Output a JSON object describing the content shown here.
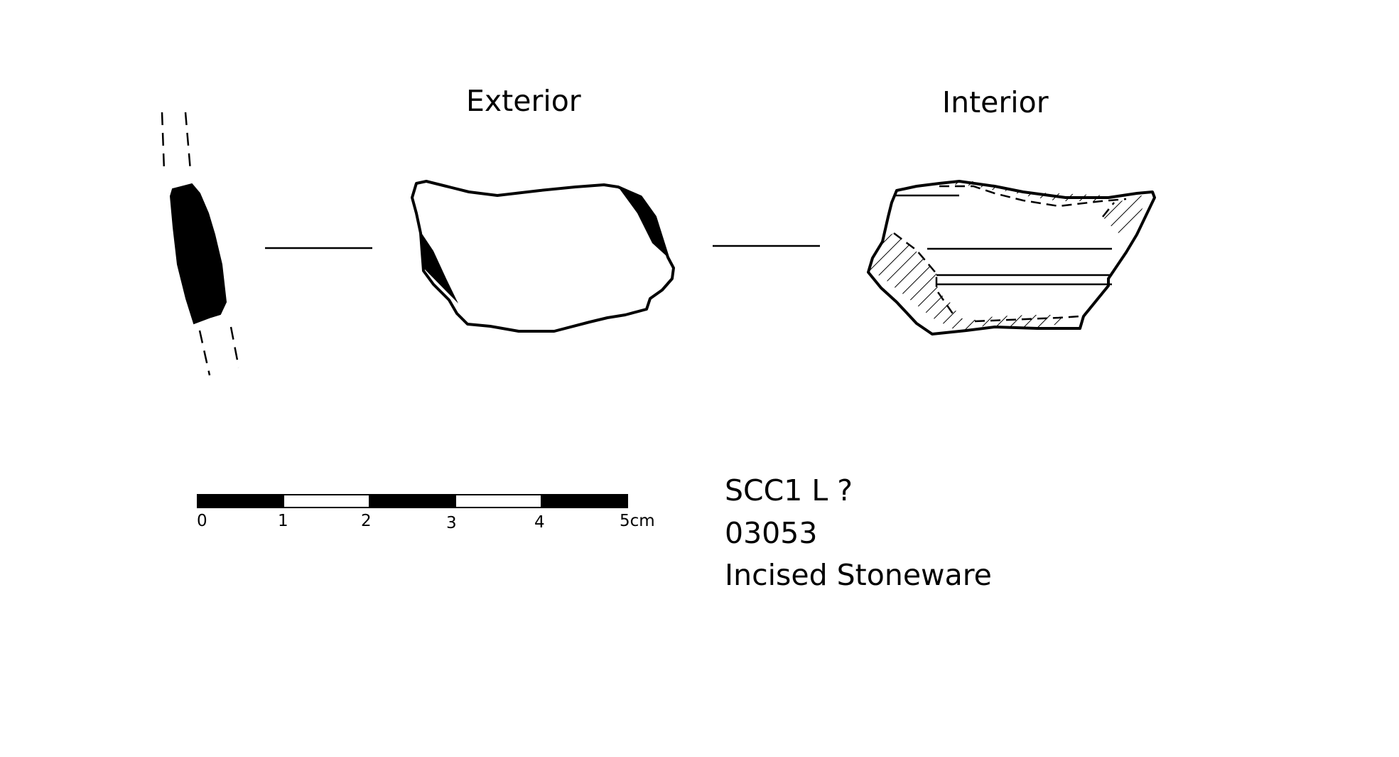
{
  "views": {
    "exterior_label": "Exterior",
    "interior_label": "Interior"
  },
  "scale": {
    "ticks": [
      "0",
      "1",
      "2",
      "3",
      "4",
      "5cm"
    ]
  },
  "specimen": {
    "context": "SCC1 L ?",
    "number": "03053",
    "type": "Incised Stoneware"
  },
  "colors": {
    "ink": "#000000",
    "paper": "#ffffff"
  }
}
